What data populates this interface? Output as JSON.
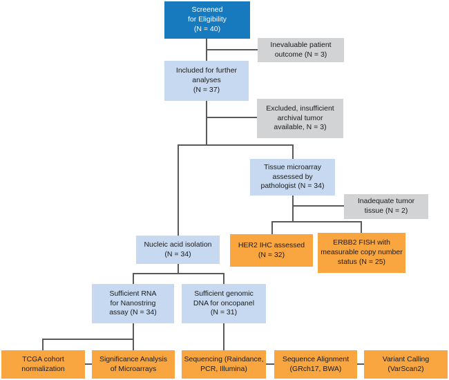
{
  "palette": {
    "primary_blue": "#1779be",
    "light_blue": "#c6d9f0",
    "gray": "#d1d3d4",
    "orange": "#f9a540",
    "connector_line": "#58595b",
    "text_dark": "#1a1a1a",
    "text_on_primary": "#ffffff"
  },
  "boxes": {
    "screened": {
      "label": "Screened\nfor Eligibility\n(N = 40)"
    },
    "inevaluable": {
      "label": "Inevaluable patient\noutcome (N = 3)"
    },
    "included": {
      "label": "Included for further\nanalyses\n(N = 37)"
    },
    "excluded": {
      "label": "Excluded, insufficient\narchival tumor\navailable, N = 3)"
    },
    "tma": {
      "label": "Tissue microarray\nassessed by\npathologist (N = 34)"
    },
    "inadequate": {
      "label": "Inadequate tumor\ntissue (N = 2)"
    },
    "nucleic": {
      "label": "Nucleic acid isolation\n(N = 34)"
    },
    "her2": {
      "label": "HER2 IHC assessed\n(N = 32)"
    },
    "erbb2": {
      "label": "ERBB2 FISH with\nmeasurable copy number\nstatus (N = 25)"
    },
    "rna": {
      "label": "Sufficient RNA\nfor Nanostring\nassay (N = 34)"
    },
    "dna": {
      "label": "Sufficient genomic\nDNA for oncopanel\n(N = 31)"
    },
    "tcga": {
      "label": "TCGA cohort\nnormalization"
    },
    "sam": {
      "label": "Significance Analysis\nof Microarrays"
    },
    "sequencing": {
      "label": "Sequencing (Raindance,\nPCR, Illumina)"
    },
    "alignment": {
      "label": "Sequence Alignment\n(GRch17, BWA)"
    },
    "variant": {
      "label": "Variant Calling\n(VarScan2)"
    }
  }
}
